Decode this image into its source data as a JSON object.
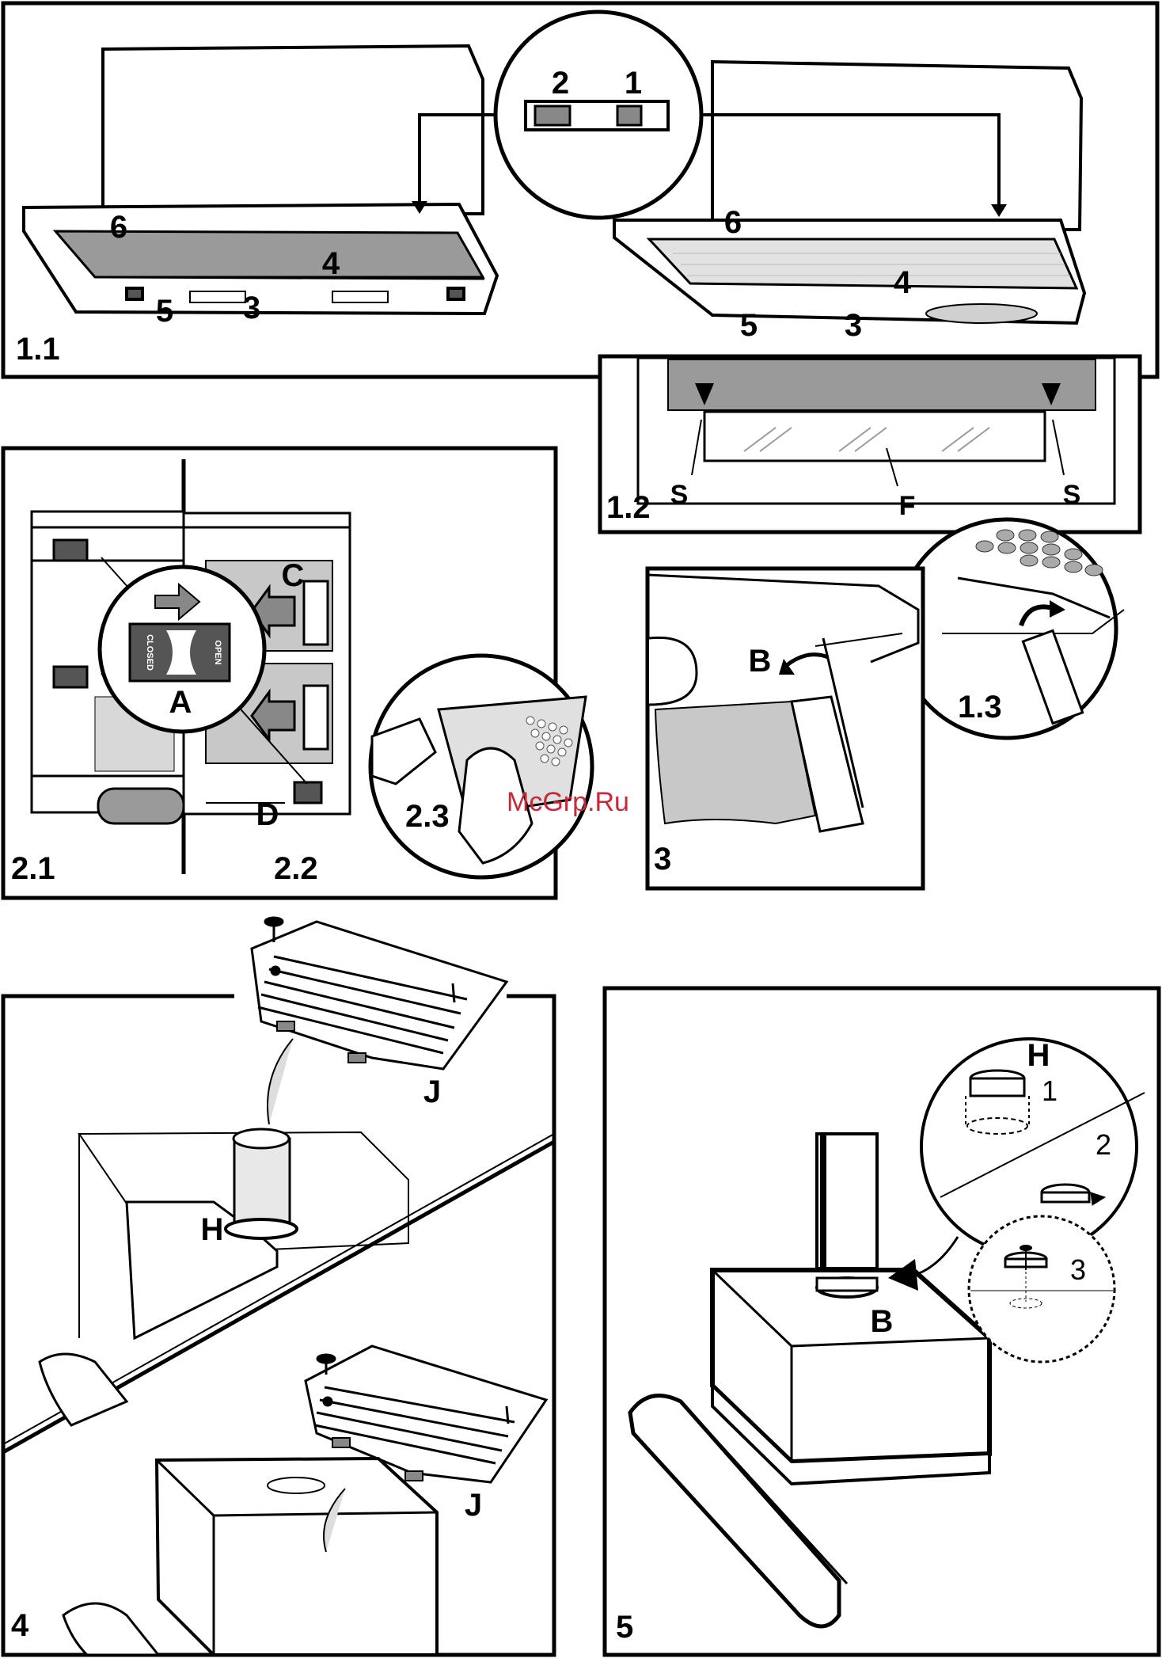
{
  "labels": {
    "fig_1_1": "1.1",
    "fig_1_2": "1.2",
    "fig_1_3": "1.3",
    "fig_2_1": "2.1",
    "fig_2_2": "2.2",
    "fig_2_3": "2.3",
    "fig_3": "3",
    "fig_4": "4",
    "fig_5": "5",
    "part_1": "1",
    "part_2": "2",
    "part_3": "3",
    "part_4": "4",
    "part_5": "5",
    "part_6": "6",
    "part_A": "A",
    "part_B": "B",
    "part_C": "C",
    "part_D": "D",
    "part_F": "F",
    "part_H": "H",
    "part_J": "J",
    "part_S": "S",
    "switch_open": "OPEN",
    "switch_closed": "CLOSED",
    "step_1": "1",
    "step_2": "2",
    "step_3": "3"
  },
  "watermark": "McGrp.Ru",
  "colors": {
    "ink": "#000000",
    "panel": "#ffffff",
    "filter_gray": "#9a9a9a",
    "shade": "#c8c8c8",
    "watermark": "#c8283a"
  }
}
